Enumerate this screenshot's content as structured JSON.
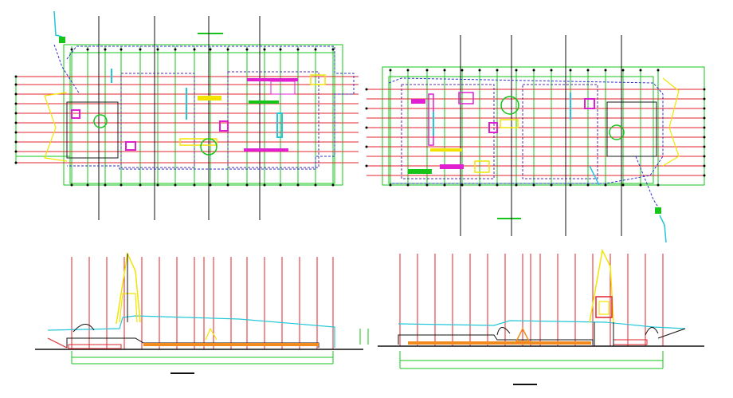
{
  "drawing": {
    "background": "#ffffff",
    "colors": {
      "axis_red": "#e2242b",
      "grid_green": "#17c41a",
      "wall_black": "#111111",
      "wall_dark": "#1a1a1a",
      "outline_blue": "#2f2fd0",
      "dashed_purple": "#5a2aa8",
      "room_magenta": "#e020d0",
      "cyan": "#22c7d8",
      "yellow": "#f2e400",
      "orange": "#f28a1e",
      "node_black": "#000000"
    },
    "views": [
      {
        "id": "plan-left",
        "kind": "floor-plan"
      },
      {
        "id": "plan-right",
        "kind": "floor-plan"
      },
      {
        "id": "elevation-left",
        "kind": "elevation"
      },
      {
        "id": "elevation-right",
        "kind": "elevation"
      }
    ]
  }
}
